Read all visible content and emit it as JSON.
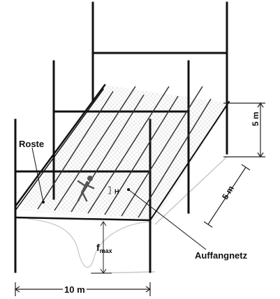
{
  "labels": {
    "roste": "Roste",
    "auffangnetz": "Auffangnetz",
    "span": "10 m",
    "height_dim": "5 m",
    "depth_dim": "5 m",
    "f_main": "f",
    "f_sub": "max",
    "h": "H"
  },
  "colors": {
    "beam": "#111111",
    "dimension": "#222222",
    "net": "#9a9a9a",
    "sag": "#c8c8c8",
    "figure": "#555555"
  },
  "icons": {
    "figure": "falling-person-icon"
  }
}
